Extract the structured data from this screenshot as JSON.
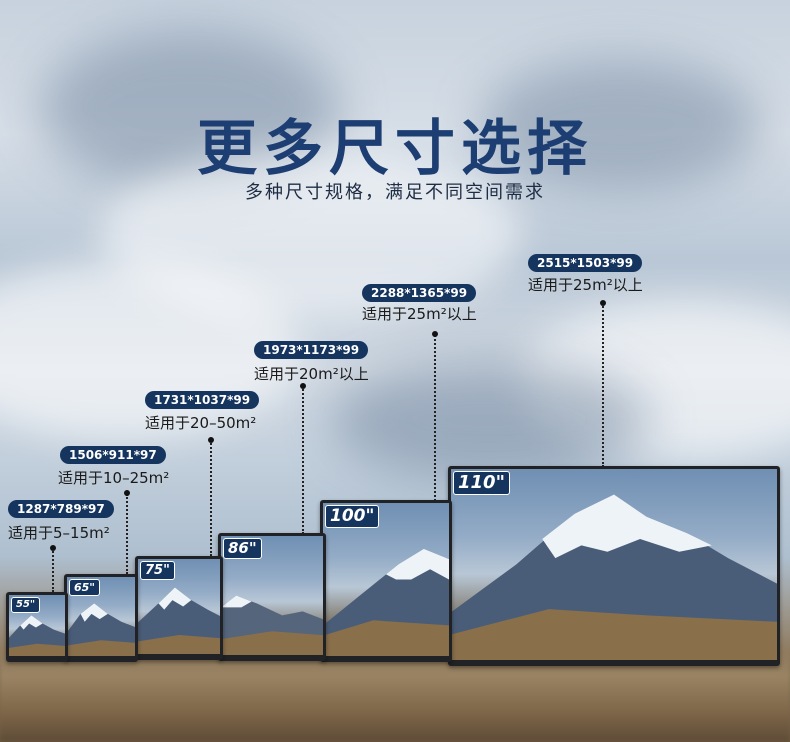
{
  "header": {
    "title": "更多尺寸选择",
    "subtitle": "多种尺寸规格，满足不同空间需求"
  },
  "colors": {
    "title": "#1d3e72",
    "badge": "#15355f"
  },
  "screens": [
    {
      "size": "55\"",
      "dimensions": "1287*789*97",
      "area": "适用于5–15m²"
    },
    {
      "size": "65\"",
      "dimensions": "1506*911*97",
      "area": "适用于10–25m²"
    },
    {
      "size": "75\"",
      "dimensions": "1731*1037*99",
      "area": "适用于20–50m²"
    },
    {
      "size": "86\"",
      "dimensions": "1973*1173*99",
      "area": "适用于20m²以上"
    },
    {
      "size": "100\"",
      "dimensions": "2288*1365*99",
      "area": "适用于25m²以上"
    },
    {
      "size": "110\"",
      "dimensions": "2515*1503*99",
      "area": "适用于25m²以上"
    }
  ]
}
